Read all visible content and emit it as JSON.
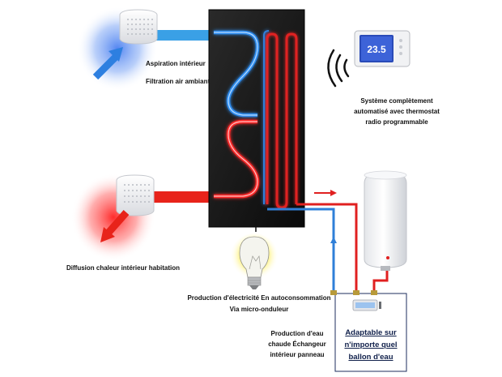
{
  "labels": {
    "intake_line1": "Aspiration intérieur",
    "intake_line2": "Filtration  air ambiant",
    "system_line1": "Système complètement",
    "system_line2": "automatisé avec thermostat",
    "system_line3": "radio programmable",
    "diffusion": "Diffusion chaleur intérieur  habitation",
    "electricity_line1": "Production d'électricité En autoconsommation",
    "electricity_line2": "Via micro-onduleur",
    "water_line1": "Production d'eau",
    "water_line2": "chaude Échangeur",
    "water_line3": "intérieur panneau",
    "adapt_line1": "Adaptable sur",
    "adapt_line2": "n'importe quel",
    "adapt_line3": "ballon d'eau"
  },
  "thermostat": {
    "display": "23.5"
  },
  "colors": {
    "cold_air": "#3aa0e6",
    "hot_air": "#e8231a",
    "panel": "#111111",
    "cold_pipe": "#2f7fd8",
    "hot_pipe": "#e02020"
  }
}
